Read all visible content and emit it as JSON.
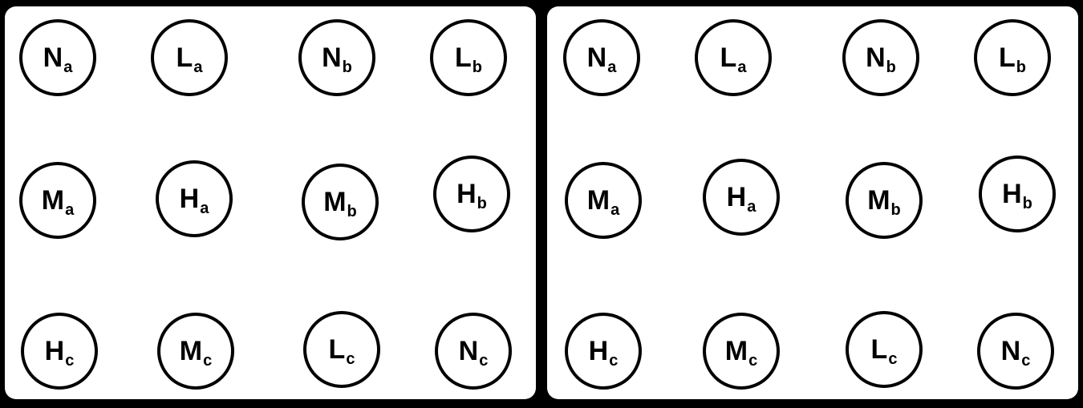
{
  "panels": [
    {
      "id": "left",
      "rows": [
        [
          {
            "letter": "N",
            "sub": "a"
          },
          {
            "letter": "L",
            "sub": "a"
          },
          {
            "letter": "N",
            "sub": "b"
          },
          {
            "letter": "L",
            "sub": "b"
          }
        ],
        [
          {
            "letter": "M",
            "sub": "a"
          },
          {
            "letter": "H",
            "sub": "a"
          },
          {
            "letter": "M",
            "sub": "b"
          },
          {
            "letter": "H",
            "sub": "b"
          }
        ],
        [
          {
            "letter": "H",
            "sub": "c"
          },
          {
            "letter": "M",
            "sub": "c"
          },
          {
            "letter": "L",
            "sub": "c"
          },
          {
            "letter": "N",
            "sub": "c"
          }
        ]
      ]
    },
    {
      "id": "right",
      "rows": [
        [
          {
            "letter": "N",
            "sub": "a"
          },
          {
            "letter": "L",
            "sub": "a"
          },
          {
            "letter": "N",
            "sub": "b"
          },
          {
            "letter": "L",
            "sub": "b"
          }
        ],
        [
          {
            "letter": "M",
            "sub": "a"
          },
          {
            "letter": "H",
            "sub": "a"
          },
          {
            "letter": "M",
            "sub": "b"
          },
          {
            "letter": "H",
            "sub": "b"
          }
        ],
        [
          {
            "letter": "H",
            "sub": "c"
          },
          {
            "letter": "M",
            "sub": "c"
          },
          {
            "letter": "L",
            "sub": "c"
          },
          {
            "letter": "N",
            "sub": "c"
          }
        ]
      ]
    }
  ],
  "colors": {
    "background": "#000000",
    "panel": "#ffffff",
    "stroke": "#000000"
  }
}
